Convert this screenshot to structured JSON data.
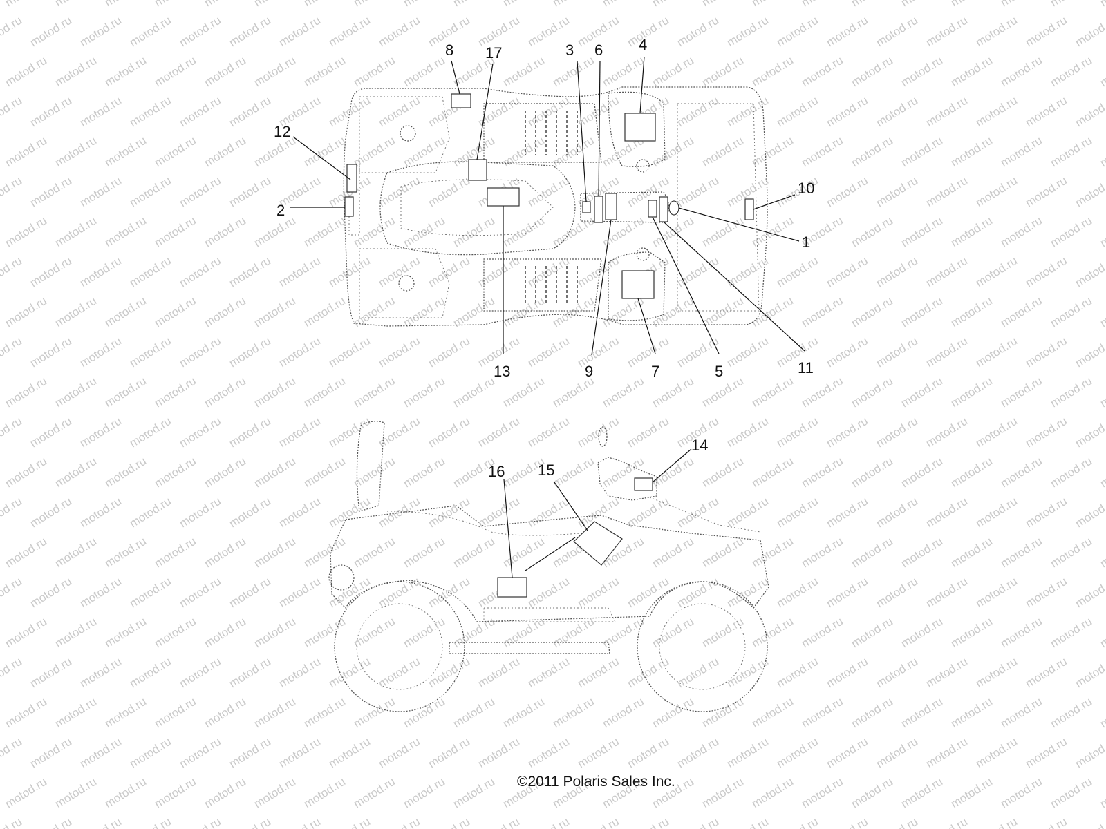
{
  "watermark": "motod.ru",
  "copyright": "©2011 Polaris Sales Inc.",
  "callouts": [
    {
      "id": "1",
      "label": "1"
    },
    {
      "id": "2",
      "label": "2"
    },
    {
      "id": "3",
      "label": "3"
    },
    {
      "id": "4",
      "label": "4"
    },
    {
      "id": "5",
      "label": "5"
    },
    {
      "id": "6",
      "label": "6"
    },
    {
      "id": "7",
      "label": "7"
    },
    {
      "id": "8",
      "label": "8"
    },
    {
      "id": "9",
      "label": "9"
    },
    {
      "id": "10",
      "label": "10"
    },
    {
      "id": "11",
      "label": "11"
    },
    {
      "id": "12",
      "label": "12"
    },
    {
      "id": "13",
      "label": "13"
    },
    {
      "id": "14",
      "label": "14"
    },
    {
      "id": "15",
      "label": "15"
    },
    {
      "id": "16",
      "label": "16"
    },
    {
      "id": "17",
      "label": "17"
    }
  ]
}
